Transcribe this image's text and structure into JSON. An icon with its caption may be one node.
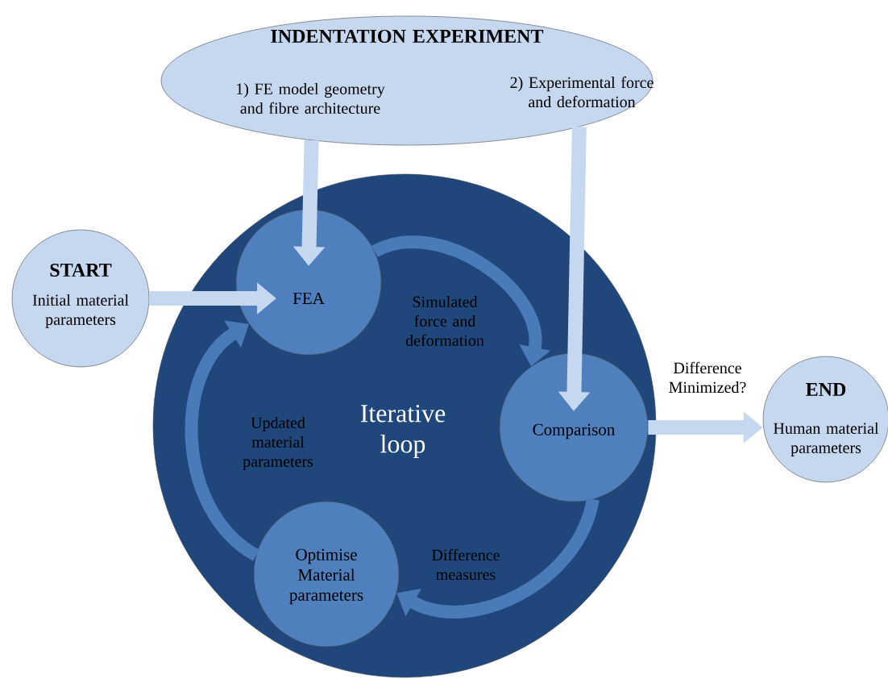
{
  "diagram": {
    "nodes": [
      {
        "text": [
          "INDENTATION EXPERIMENT",
          "1) FE model geometry and fibre architecture",
          "2) Experimental force and deformation"
        ]
      },
      {
        "text": [
          "START",
          "Initial material parameters"
        ]
      },
      {
        "text": [
          "Iterative loop"
        ]
      },
      {
        "text": [
          "FEA"
        ],
        "in": 2
      },
      {
        "text": [
          "Comparison"
        ],
        "in": 2
      },
      {
        "text": [
          "Optimise Material parameters"
        ],
        "in": 2
      },
      {
        "text": [
          "END",
          "Human material parameters"
        ]
      }
    ],
    "edges": [
      {
        "from": 0,
        "to": 3,
        "arrow": "to"
      },
      {
        "from": 0,
        "to": 4,
        "arrow": "to"
      },
      {
        "from": 1,
        "to": 3,
        "arrow": "to"
      },
      {
        "from": 3,
        "to": 4,
        "arrow": "to",
        "label": "Simulated force and deformation",
        "color": "#4a7ab8"
      },
      {
        "from": 4,
        "to": 5,
        "arrow": "to",
        "label": "Difference measures",
        "color": "#4a7ab8"
      },
      {
        "from": 5,
        "to": 3,
        "arrow": "to",
        "label": "Updated material parameters",
        "color": "#4a7ab8"
      },
      {
        "from": 4,
        "to": 6,
        "arrow": "to",
        "label": "Difference Minimized?"
      }
    ]
  }
}
